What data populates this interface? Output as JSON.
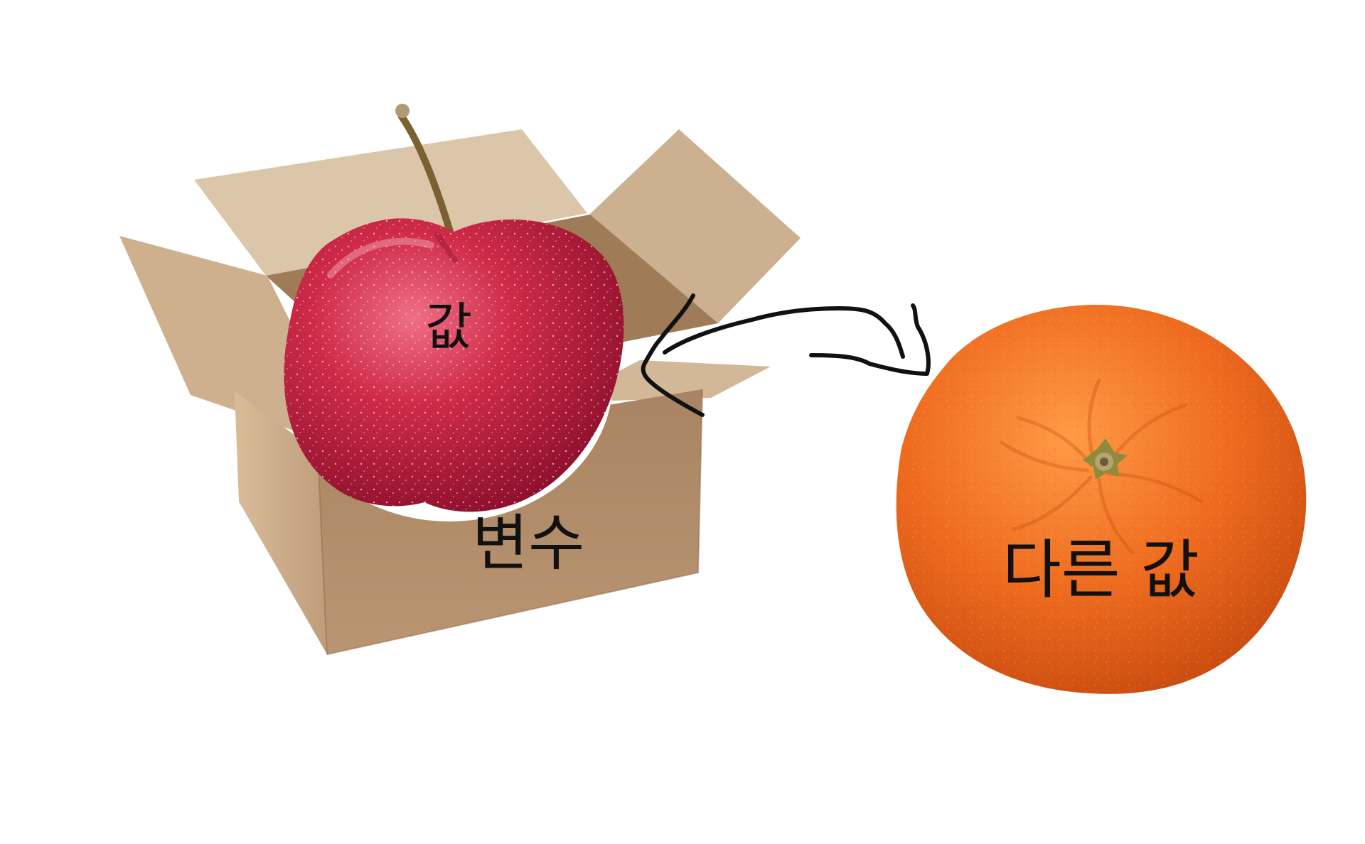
{
  "labels": {
    "value": "값",
    "variable": "변수",
    "other_value": "다른 값"
  },
  "illustration": {
    "container": "cardboard-box",
    "stored_item": "apple",
    "incoming_item": "tangerine",
    "arrow": "hand-drawn-arrow-pointing-into-box"
  },
  "colors": {
    "background": "#ffffff",
    "box_front": "#b99572",
    "box_side": "#c8aa88",
    "box_flap": "#dcc6aa",
    "box_inside": "#9f7b58",
    "apple": "#c8223f",
    "tangerine": "#ea6418",
    "stroke": "#111111"
  }
}
